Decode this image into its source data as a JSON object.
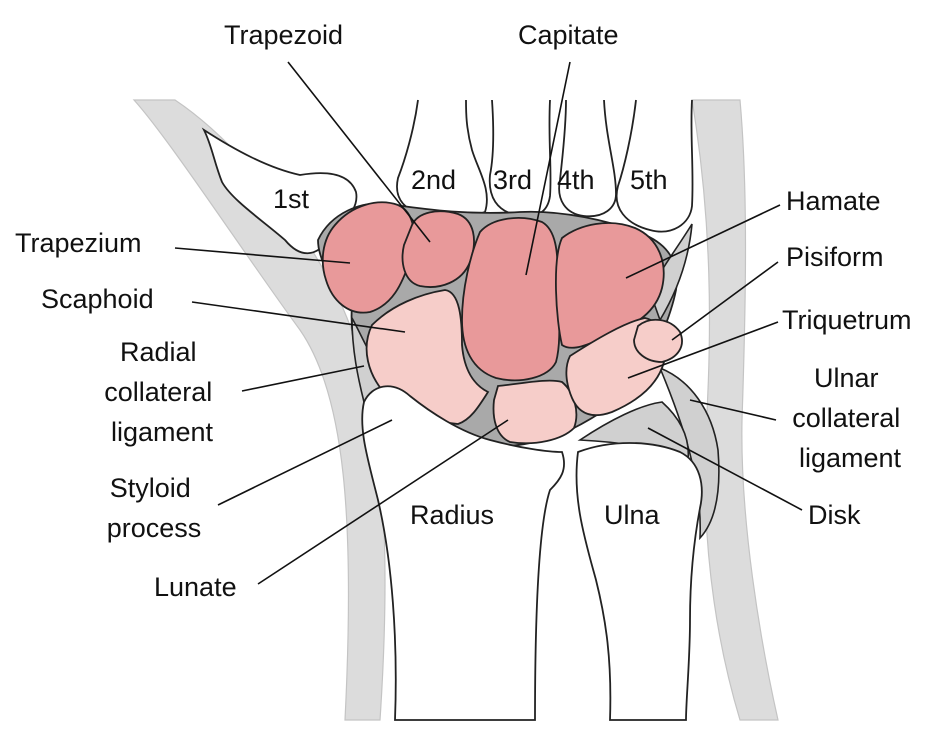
{
  "colors": {
    "skin": "#dcdcdc",
    "skin_edge": "#c4c4c4",
    "bone": "#ffffff",
    "cartilage": "#a9a9a9",
    "ligament": "#d0d0d0",
    "carpal_dark": "#e8999a",
    "carpal_light": "#f6cdc9",
    "outline": "#222222"
  },
  "metacarpals": {
    "first": "1st",
    "second": "2nd",
    "third": "3rd",
    "fourth": "4th",
    "fifth": "5th"
  },
  "bones": {
    "radius": "Radius",
    "ulna": "Ulna"
  },
  "labels": {
    "trapezoid": "Trapezoid",
    "capitate": "Capitate",
    "hamate": "Hamate",
    "pisiform": "Pisiform",
    "triquetrum": "Triquetrum",
    "ulnar_collateral": [
      "Ulnar",
      "collateral",
      "ligament"
    ],
    "disk": "Disk",
    "trapezium": "Trapezium",
    "scaphoid": "Scaphoid",
    "radial_collateral": [
      "Radial",
      "collateral",
      "ligament"
    ],
    "styloid": [
      "Styloid",
      "process"
    ],
    "lunate": "Lunate"
  }
}
